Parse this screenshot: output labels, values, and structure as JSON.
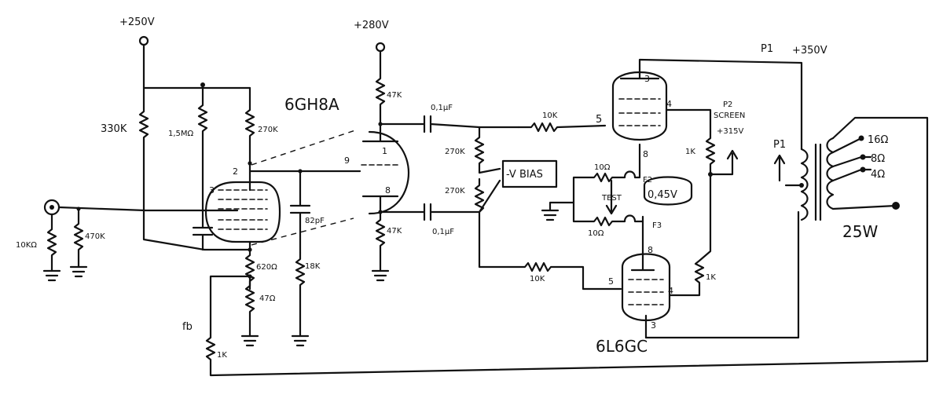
{
  "supplies": {
    "v250": "+250V",
    "v280": "+280V",
    "v350": "+350V",
    "screen": "+315V"
  },
  "tubes": {
    "driver": "6GH8A",
    "output": "6L6GC"
  },
  "labels": {
    "r330k": "330K",
    "r1_5m": "1,5MΩ",
    "r270k_plate": "270K",
    "r47k_top": "47K",
    "r47k_bottom": "47K",
    "c_top": "0,1µF",
    "c_bottom": "0,1µF",
    "r270k_bias1": "270K",
    "r270k_bias2": "270K",
    "bias": "-V BIAS",
    "r10k_top": "10K",
    "r10k_bottom": "10K",
    "r10_top": "10Ω",
    "r10_bottom": "10Ω",
    "test": "TEST",
    "v045": "0,45V",
    "f2": "F2",
    "f3": "F3",
    "p2": "P2",
    "screen_label": "SCREEN",
    "p1_top": "P1",
    "p1_xfmr": "P1",
    "r1k_screen": "1K",
    "r1k_screen2": "1K",
    "c82pf": "82pF",
    "r18k": "18K",
    "r620": "620Ω",
    "r47": "47Ω",
    "fb": "fb",
    "r1k_fb": "1K",
    "r10k_in": "10KΩ",
    "r470k_in": "470K",
    "tap16": "16Ω",
    "tap8": "8Ω",
    "tap4": "4Ω",
    "power": "25W"
  },
  "pins": {
    "tri_1": "1",
    "tri_9": "9",
    "tri_8": "8",
    "pent_2": "2",
    "pent_3": "3",
    "out1_3": "3",
    "out1_4": "4",
    "out1_5": "5",
    "out1_8": "8",
    "out2_8": "8",
    "out2_5": "5",
    "out2_4": "4",
    "out2_3": "3"
  }
}
